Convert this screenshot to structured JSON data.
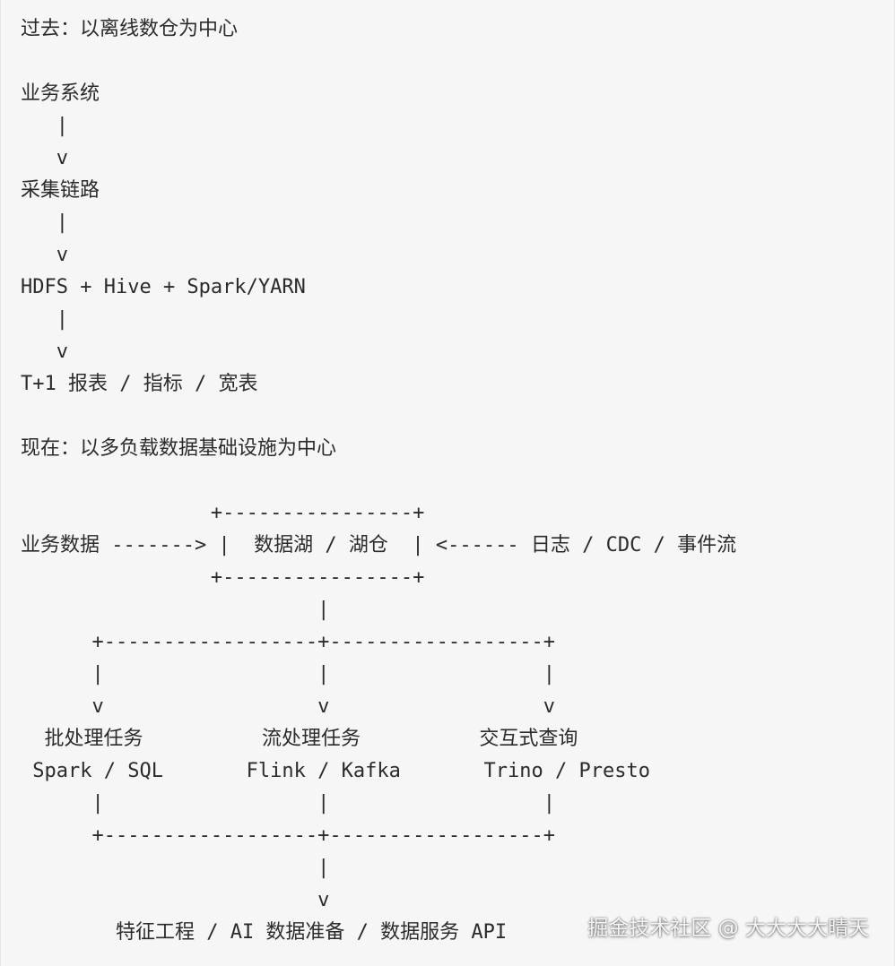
{
  "diagram": {
    "lines": [
      "过去：以离线数仓为中心",
      "",
      "业务系统",
      "   |",
      "   v",
      "采集链路",
      "   |",
      "   v",
      "HDFS + Hive + Spark/YARN",
      "   |",
      "   v",
      "T+1 报表 / 指标 / 宽表",
      "",
      "现在：以多负载数据基础设施为中心",
      "",
      "                +----------------+",
      "业务数据 -------> |  数据湖 / 湖仓  | <------ 日志 / CDC / 事件流",
      "                +----------------+",
      "                         |",
      "      +------------------+------------------+",
      "      |                  |                  |",
      "      v                  v                  v",
      "  批处理任务          流处理任务          交互式查询",
      " Spark / SQL       Flink / Kafka       Trino / Presto",
      "      |                  |                  |",
      "      +------------------+------------------+",
      "                         |",
      "                         v",
      "        特征工程 / AI 数据准备 / 数据服务 API"
    ]
  },
  "watermark": {
    "text": "掘金技术社区 @ 大大大大晴天"
  }
}
